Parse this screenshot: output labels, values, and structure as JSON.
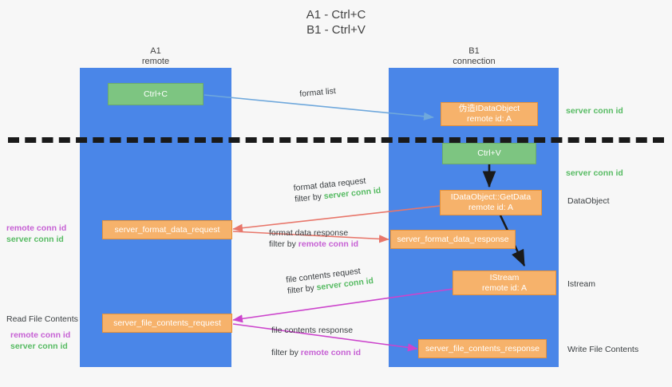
{
  "title": {
    "line1": "A1 - Ctrl+C",
    "line2": "B1 - Ctrl+V"
  },
  "lanes": [
    {
      "name": "A1",
      "sub": "remote"
    },
    {
      "name": "B1",
      "sub": "connection"
    }
  ],
  "boxes": {
    "ctrl_c": "Ctrl+C",
    "ctrl_v": "Ctrl+V",
    "fake_dataobject_t1": "伪造IDataObject",
    "fake_dataobject_t2": "remote id: A",
    "getdata_t1": "IDataObject::GetData",
    "getdata_t2": "remote id: A",
    "istream_t1": "IStream",
    "istream_t2": "remote id: A",
    "server_format_data_request": "server_format_data_request",
    "server_format_data_response": "server_format_data_response",
    "server_file_contents_request": "server_file_contents_request",
    "server_file_contents_response": "server_file_contents_response"
  },
  "arrow_labels": {
    "format_list": "format list",
    "format_data_request": "format data request",
    "format_data_request_filter_prefix": "filter by ",
    "format_data_request_filter_key": "server conn id",
    "format_data_response": "format data response",
    "format_data_response_filter_prefix": "filter by ",
    "format_data_response_filter_key": "remote conn id",
    "file_contents_request": "file contents request",
    "file_contents_request_filter_prefix": "filter by ",
    "file_contents_request_filter_key": "server conn id",
    "file_contents_response": "file contents response",
    "file_contents_response_filter_prefix": "filter by ",
    "file_contents_response_filter_key": "remote conn id"
  },
  "right_labels": {
    "server_conn_id_top": "server conn id",
    "server_conn_id_mid": "server conn id",
    "dataobject": "DataObject",
    "istream": "Istream",
    "write_file_contents": "Write File Contents"
  },
  "left_labels": {
    "remote_conn_id_a": "remote conn id",
    "server_conn_id_a": "server conn id",
    "read_file_contents": "Read File Contents",
    "remote_conn_id_b": "remote conn id",
    "server_conn_id_b": "server conn id"
  },
  "colors": {
    "lane": "#4a86e8",
    "orange": "#f6b26b",
    "green": "#7dc581",
    "green_text": "#57bb63",
    "magenta_text": "#c660d4",
    "red_arrow": "#e8766a",
    "magenta_arrow": "#cc44cc",
    "blue_arrow": "#6fa8dc",
    "black_arrow": "#1a1a1a",
    "background": "#f7f7f7"
  }
}
